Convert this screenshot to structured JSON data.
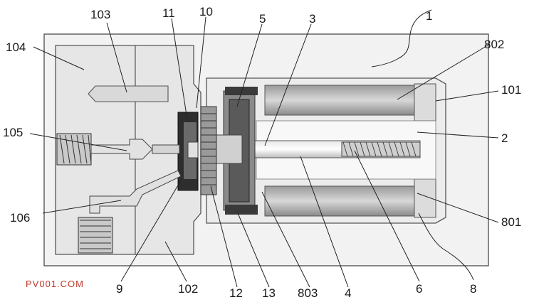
{
  "figure": {
    "labels": {
      "n1": "1",
      "n2": "2",
      "n3": "3",
      "n4": "4",
      "n5": "5",
      "n6": "6",
      "n8": "8",
      "n9": "9",
      "n10": "10",
      "n11": "11",
      "n12": "12",
      "n13": "13",
      "n101": "101",
      "n102": "102",
      "n103": "103",
      "n104": "104",
      "n105": "105",
      "n106": "106",
      "n801": "801",
      "n802": "802",
      "n803": "803"
    },
    "watermark": "PV001.COM"
  },
  "colors": {
    "body_fill": "#f2f2f2",
    "housing_fill": "#ebebeb",
    "cavity_fill": "#fafafa",
    "dark_part": "#3a3a3a",
    "mid_part": "#8a8a8a",
    "light_part": "#cfcfcf",
    "outline": "#555555",
    "label_text": "#1a1a1a",
    "watermark": "#c0392b"
  }
}
